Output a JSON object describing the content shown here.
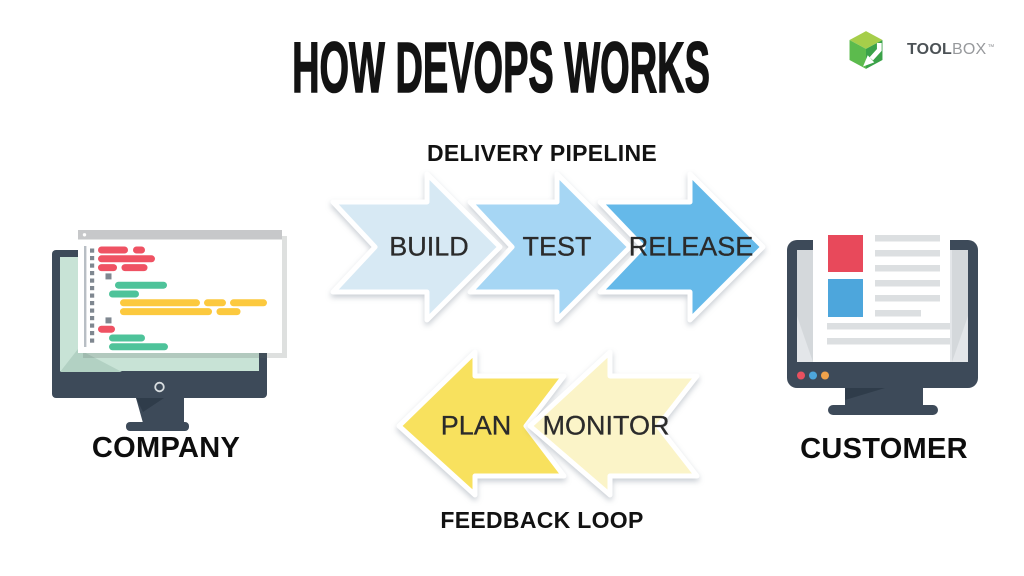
{
  "title": "HOW DEVOPS WORKS",
  "logo": {
    "tool": "TOOL",
    "box": "BOX",
    "tm": "™"
  },
  "pipeline": {
    "label": "DELIVERY PIPELINE",
    "steps": [
      {
        "label": "BUILD",
        "color": "#d7e9f4"
      },
      {
        "label": "TEST",
        "color": "#a6d6f4"
      },
      {
        "label": "RELEASE",
        "color": "#65b9e9"
      }
    ]
  },
  "feedback": {
    "label": "FEEDBACK LOOP",
    "steps": [
      {
        "label": "PLAN",
        "color": "#f8e15e"
      },
      {
        "label": "MONITOR",
        "color": "#fbf4c8"
      }
    ]
  },
  "company": {
    "label": "COMPANY"
  },
  "customer": {
    "label": "CUSTOMER"
  },
  "palette": {
    "monitor_frame": "#3d4a59",
    "monitor_frame_dark": "#2f3c4a",
    "company_screen": "#c8e3d6",
    "customer_screen": "#e3e6e9",
    "window_titlebar": "#c7c8ca",
    "code_red": "#ef5263",
    "code_green": "#4ec39a",
    "code_yellow": "#fcc93e",
    "doc_red": "#e8495b",
    "doc_blue": "#4da6dc",
    "dot_red": "#e8505f",
    "dot_blue": "#4da6dc",
    "dot_orange": "#efa24b",
    "logo_green_top": "#a6ce4a",
    "logo_green_left": "#5cbb4d",
    "logo_green_right": "#3ba249"
  }
}
